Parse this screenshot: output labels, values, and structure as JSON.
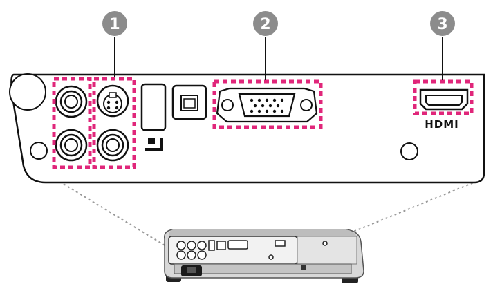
{
  "callouts": [
    {
      "number": "1",
      "target": "video-audio-inputs"
    },
    {
      "number": "2",
      "target": "computer-vga-port"
    },
    {
      "number": "3",
      "target": "hdmi-port"
    }
  ],
  "labels": {
    "hdmi": "HDMI",
    "usb_icon": "usb-device-icon"
  },
  "colors": {
    "callout_fill": "#8c8c8c",
    "highlight": "#e0267a",
    "panel_stroke": "#111111",
    "guide_line": "#9a9a9a",
    "projector_body": "#d8d8d8",
    "projector_panel": "#f2f2f2"
  }
}
